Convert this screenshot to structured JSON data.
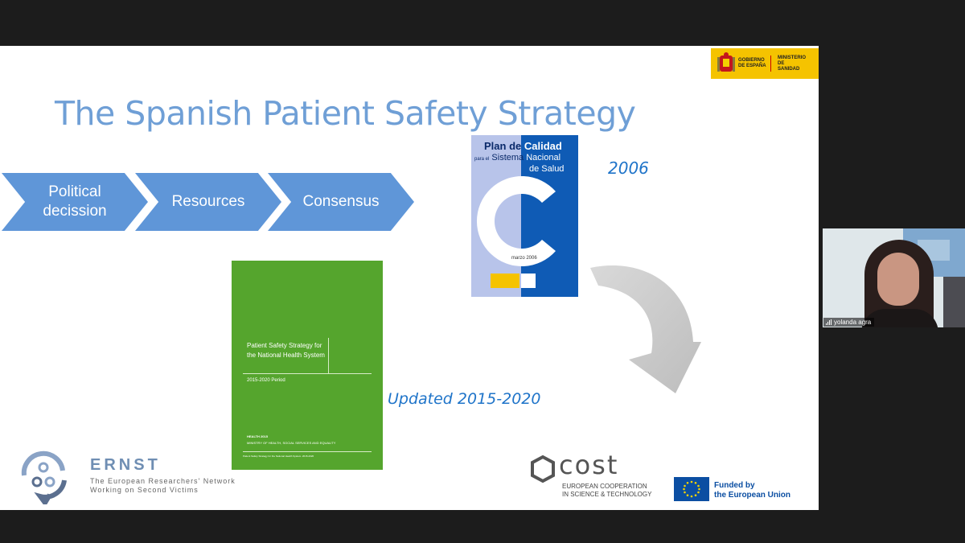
{
  "slide": {
    "title": "The Spanish Patient Safety Strategy",
    "gov_logo": {
      "left_text": "GOBIERNO DE ESPAÑA",
      "right_text": "MINISTERIO DE SANIDAD",
      "color": "#f5c300"
    },
    "process_steps": [
      {
        "line1": "Political",
        "line2": "decission"
      },
      {
        "line1": "Resources",
        "line2": ""
      },
      {
        "line1": "Consensus",
        "line2": ""
      }
    ],
    "plan_2006": {
      "title_a": "Plan de",
      "title_b": "Calidad",
      "subtitle_small": "para el",
      "subtitle_a": "Sistema",
      "subtitle_b": "Nacional",
      "subtitle_c": "de Salud",
      "date": "marzo 2006",
      "label": "2006"
    },
    "strategy_doc": {
      "title": "Patient Safety Strategy for the National Health System",
      "period": "2015-2020  Period",
      "health_label": "HEALTH 2015",
      "ministry": "MINISTRY OF HEALTH, SOCIAL SERVICES AND EQUALITY",
      "footer": "Patient Safety Strategy for the National Health System. 2015-2020",
      "label": "Updated 2015-2020"
    },
    "ernst": {
      "name": "ERNST",
      "tagline_1": "The European Researchers' Network",
      "tagline_2": "Working on Second Victims"
    },
    "cost": {
      "name": "cost",
      "sub_1": "EUROPEAN COOPERATION",
      "sub_2": "IN SCIENCE & TECHNOLOGY"
    },
    "eu": {
      "line1": "Funded by",
      "line2": "the European Union"
    },
    "colors": {
      "accent": "#5f96d8",
      "title": "#6f9fd6",
      "label": "#1f74c9",
      "green_cover": "#55a52d"
    }
  },
  "webcam": {
    "participant_name": "yolanda agra"
  }
}
